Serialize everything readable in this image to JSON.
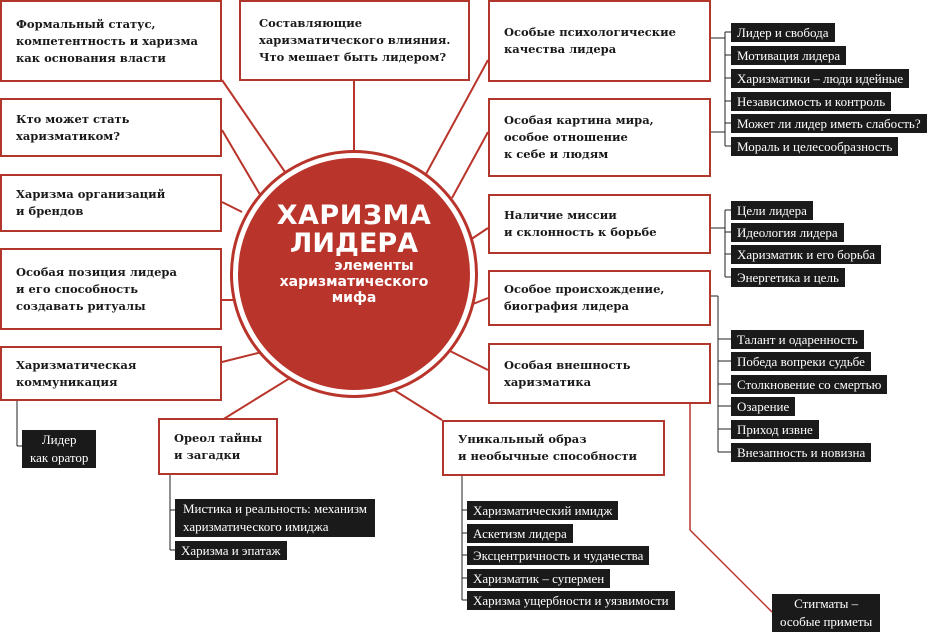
{
  "center": {
    "title_line1": "ХАРИЗМА",
    "title_line2": "ЛИДЕРА",
    "subtitle_line1": "элементы",
    "subtitle_line2": "харизматического",
    "subtitle_line3": "мифа"
  },
  "boxes": {
    "formal_status": [
      "Формальный статус,",
      "компетентность и харизма",
      "как основания власти"
    ],
    "components": [
      "Составляющие",
      "харизматического влияния.",
      "Что мешает быть лидером?"
    ],
    "psych": [
      "Особые психологические",
      "качества лидера"
    ],
    "who_can": [
      "Кто может стать",
      "харизматиком?"
    ],
    "worldview": [
      "Особая картина мира,",
      "особое отношение",
      "к себе и людям"
    ],
    "organizations": [
      "Харизма организаций",
      "и брендов"
    ],
    "mission": [
      "Наличие миссии",
      "и склонность к борьбе"
    ],
    "position": [
      "Особая позиция лидера",
      "и его способность",
      "создавать ритуалы"
    ],
    "origin": [
      "Особое происхождение,",
      "биография лидера"
    ],
    "communication": [
      "Харизматическая",
      "коммуникация"
    ],
    "appearance": [
      "Особая внешность",
      "харизматика"
    ],
    "aureole": [
      "Ореол тайны",
      "и загадки"
    ],
    "unique": [
      "Уникальный образ",
      "и необычные способности"
    ]
  },
  "tags": {
    "psych": [
      "Лидер и свобода",
      "Мотивация лидера",
      "Харизматики – люди идейные",
      "Независимость и контроль",
      "Может ли лидер иметь слабость?",
      "Мораль и целесообразность"
    ],
    "mission": [
      "Цели лидера",
      "Идеология лидера",
      "Харизматик и его борьба",
      "Энергетика и цель"
    ],
    "origin": [
      "Талант и одаренность",
      "Победа вопреки судьбе",
      "Столкновение со смертью",
      "Озарение",
      "Приход извне",
      "Внезапность и новизна"
    ],
    "unique": [
      "Харизматический имидж",
      "Аскетизм лидера",
      "Эксцентричность и чудачества",
      "Харизматик – супермен",
      "Харизма ущербности и уязвимости"
    ],
    "aureole_1": [
      "Мистика и реальность: механизм",
      "харизматического имиджа"
    ],
    "aureole_2": "Харизма и эпатаж",
    "communication": [
      "Лидер",
      "как оратор"
    ],
    "appearance": [
      "Стигматы –",
      "особые приметы"
    ]
  },
  "colors": {
    "accent": "#b9342b",
    "border": "#b1362c",
    "tag_bg": "#1a1a1a",
    "line": "#222222"
  }
}
